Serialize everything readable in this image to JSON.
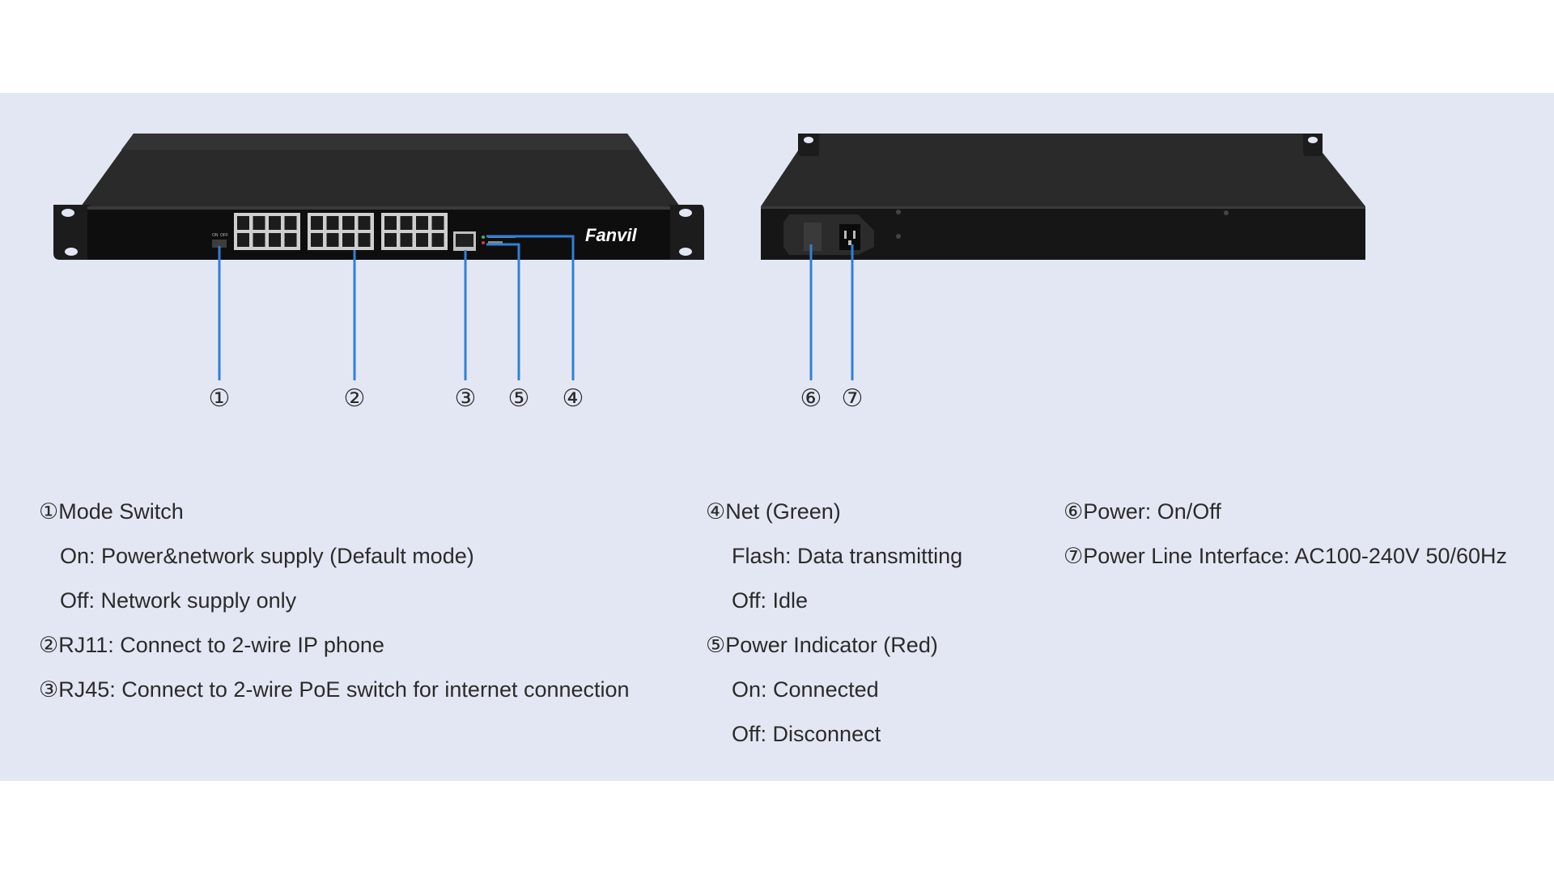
{
  "colors": {
    "panel_background": "#e3e7f3",
    "device_body": "#1a1a1a",
    "callout_line": "#2f80d8",
    "text": "#2b2b2b"
  },
  "front_device": {
    "brand": "Fanvil",
    "switch_labels": [
      "ON",
      "OFF"
    ]
  },
  "callouts": [
    "①",
    "②",
    "③",
    "⑤",
    "④",
    "⑥",
    "⑦"
  ],
  "legend": {
    "col1": [
      {
        "num": "①",
        "text": "Mode Switch"
      },
      {
        "num": "",
        "text": "On: Power&network supply (Default mode)"
      },
      {
        "num": "",
        "text": "Off: Network supply only"
      },
      {
        "num": "②",
        "text": "RJ11: Connect to 2-wire IP phone"
      },
      {
        "num": "③",
        "text": "RJ45: Connect to 2-wire PoE switch for internet connection"
      }
    ],
    "col2": [
      {
        "num": "④",
        "text": "Net (Green)"
      },
      {
        "num": "",
        "text": "Flash: Data transmitting"
      },
      {
        "num": "",
        "text": "Off: Idle"
      },
      {
        "num": "⑤",
        "text": "Power Indicator (Red)"
      },
      {
        "num": "",
        "text": "On: Connected"
      },
      {
        "num": "",
        "text": "Off: Disconnect"
      }
    ],
    "col3": [
      {
        "num": "⑥",
        "text": "Power: On/Off"
      },
      {
        "num": "⑦",
        "text": "Power Line Interface: AC100-240V 50/60Hz"
      }
    ]
  }
}
